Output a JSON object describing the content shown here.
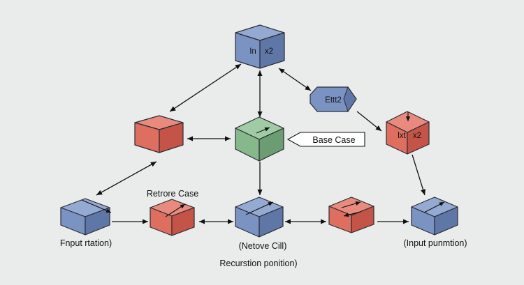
{
  "colors": {
    "background": "#eaebeb",
    "blue_face": "#7a93c2",
    "blue_side": "#5e77a6",
    "blue_top": "#95aad2",
    "red_face": "#dd6e60",
    "red_side": "#c35447",
    "red_top": "#e88a7d",
    "green_face": "#86b88c",
    "green_side": "#6b9c72",
    "green_top": "#a0cba5",
    "edge": "#2c2c35"
  },
  "nodes": {
    "top": {
      "label_left": "In",
      "label_right": "x2",
      "color": "blue"
    },
    "right_upper": {
      "label": "Ettt2",
      "color": "blue"
    },
    "right_mid": {
      "label_left": "lxt",
      "label_right": "x2",
      "color": "red"
    },
    "left_mid": {
      "color": "red"
    },
    "center": {
      "color": "green"
    },
    "bottom_left": {
      "color": "blue"
    },
    "bottom_mid_left": {
      "color": "red"
    },
    "bottom_center": {
      "color": "blue"
    },
    "bottom_mid_right": {
      "color": "red"
    },
    "bottom_right": {
      "color": "blue"
    }
  },
  "labels": {
    "base_case": "Base Case",
    "retrore_case": "Retrore Case",
    "fnput_rtation": "Fnput rtation)",
    "netove_cill": "(Netove Cill)",
    "input_punmtion": "(Input punmtion)",
    "recurstion_ponition": "Recurstion ponition)"
  }
}
